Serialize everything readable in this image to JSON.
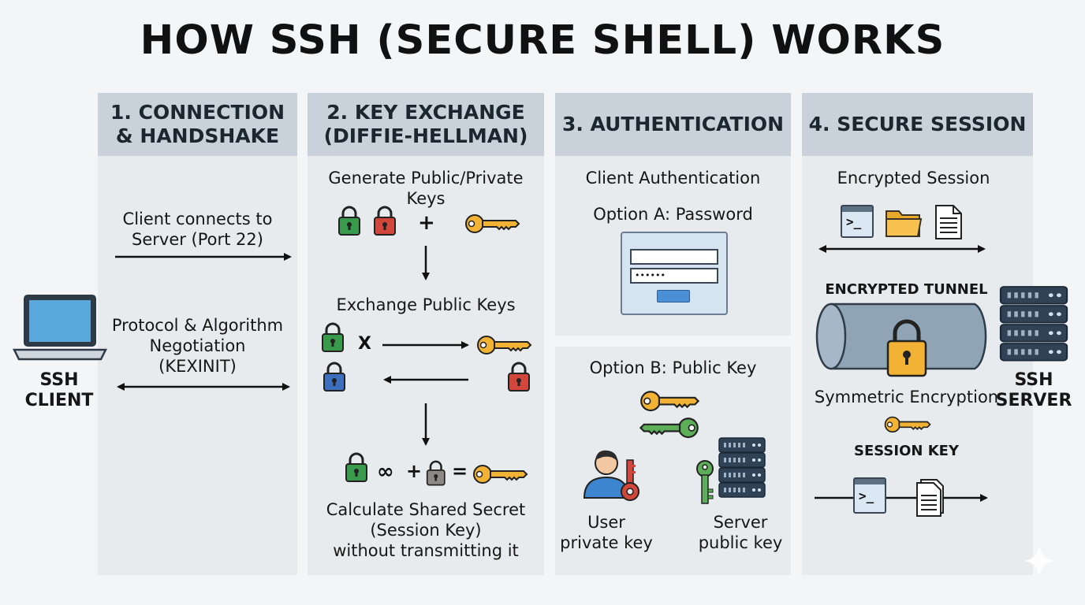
{
  "title": "HOW SSH (SECURE SHELL) WORKS",
  "client_label": "SSH\nCLIENT",
  "server_label": "SSH\nSERVER",
  "columns": [
    {
      "header": "1. CONNECTION\n& HANDSHAKE"
    },
    {
      "header": "2. KEY EXCHANGE\n(DIFFIE-HELLMAN)"
    },
    {
      "header": "3. AUTHENTICATION"
    },
    {
      "header": "4. SECURE SESSION"
    }
  ],
  "handshake": {
    "connect_text": "Client connects to\nServer (Port 22)",
    "negotiation_text": "Protocol & Algorithm\nNegotiation\n(KEXINIT)"
  },
  "key_exchange": {
    "generate_text": "Generate Public/Private Keys",
    "plus_symbol": "+",
    "exchange_text": "Exchange Public Keys",
    "x_symbol": "X",
    "calc_text": "Calculate Shared Secret\n(Session Key)\nwithout transmitting it",
    "formula_symbols": [
      "∞",
      "+",
      "="
    ]
  },
  "authentication": {
    "client_auth_text": "Client Authentication",
    "option_a_text": "Option A: Password",
    "password_mask": "••••••",
    "option_b_text": "Option B: Public Key",
    "user_text": "User\nprivate key",
    "server_text": "Server\npublic key"
  },
  "session": {
    "encrypted_session_text": "Encrypted Session",
    "tunnel_text": "ENCRYPTED TUNNEL",
    "symmetric_text": "Symmetric Encryption",
    "session_key_text": "SESSION KEY",
    "prompt_glyph": ">_"
  },
  "colors": {
    "header_bg": "#c9d2db",
    "column_bg": "#e8ebee",
    "green_lock": "#3a9a4c",
    "red_lock": "#d2473c",
    "blue_lock": "#3d6fbe",
    "gold_key": "#f2b233",
    "green_key": "#5cae58",
    "server_dark": "#2f4256",
    "laptop_screen": "#5aa7dc",
    "tunnel": "#8fa4b5"
  }
}
